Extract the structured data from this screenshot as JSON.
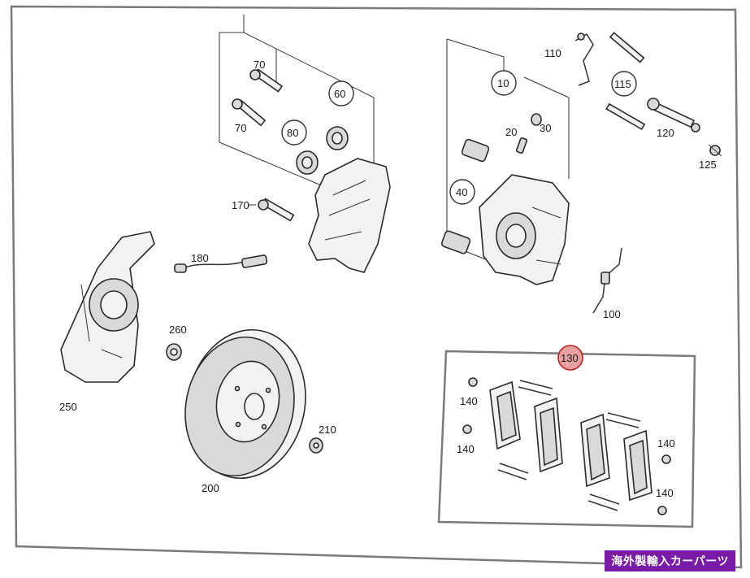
{
  "diagram": {
    "labels": [
      {
        "id": "p70a",
        "text": "70"
      },
      {
        "id": "p70b",
        "text": "70"
      },
      {
        "id": "p60",
        "text": "60"
      },
      {
        "id": "p80",
        "text": "80"
      },
      {
        "id": "p170",
        "text": "170"
      },
      {
        "id": "p180",
        "text": "180"
      },
      {
        "id": "p260",
        "text": "260"
      },
      {
        "id": "p250",
        "text": "250"
      },
      {
        "id": "p200",
        "text": "200"
      },
      {
        "id": "p210",
        "text": "210"
      },
      {
        "id": "p110",
        "text": "110"
      },
      {
        "id": "p115",
        "text": "115"
      },
      {
        "id": "p10",
        "text": "10"
      },
      {
        "id": "p20",
        "text": "20"
      },
      {
        "id": "p30",
        "text": "30"
      },
      {
        "id": "p120",
        "text": "120"
      },
      {
        "id": "p125",
        "text": "125"
      },
      {
        "id": "p40",
        "text": "40"
      },
      {
        "id": "p100",
        "text": "100"
      },
      {
        "id": "p130",
        "text": "130"
      },
      {
        "id": "p140a",
        "text": "140"
      },
      {
        "id": "p140b",
        "text": "140"
      },
      {
        "id": "p140c",
        "text": "140"
      },
      {
        "id": "p140d",
        "text": "140"
      }
    ],
    "highlight_color": "#c02020"
  },
  "watermark": {
    "text": "海外製輸入カーパーツ",
    "color": "#7a1aa8"
  }
}
